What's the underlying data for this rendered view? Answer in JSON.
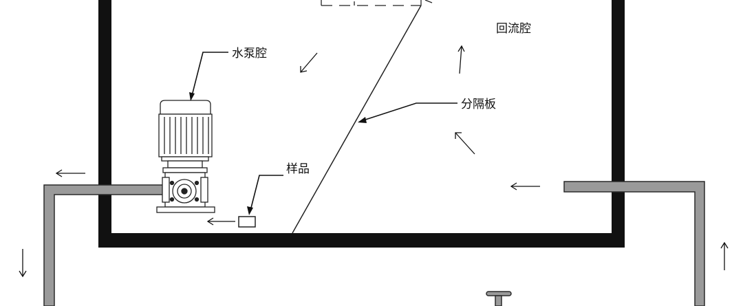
{
  "labels": {
    "return_chamber": "回流腔",
    "pump_chamber": "水泵腔",
    "partition": "分隔板",
    "sample": "样品"
  },
  "colors": {
    "wall": "#111111",
    "pipe_fill": "#9a9a9a",
    "pipe_stroke": "#2a2a2a",
    "line": "#222222",
    "background": "#ffffff"
  },
  "icons": [
    "pump-icon",
    "valve-icon",
    "flow-arrow-icon"
  ]
}
